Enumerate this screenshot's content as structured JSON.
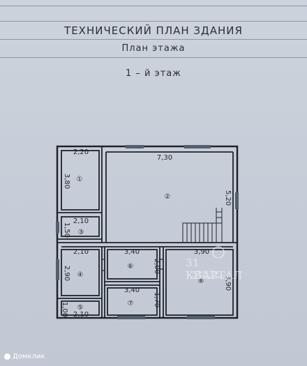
{
  "header": {
    "title": "ТЕХНИЧЕСКИЙ ПЛАН ЗДАНИЯ",
    "subtitle": "План этажа",
    "floor": "1 – й этаж"
  },
  "rooms": [
    {
      "id": "1",
      "number": "①"
    },
    {
      "id": "2",
      "number": "②"
    },
    {
      "id": "3",
      "number": "③"
    },
    {
      "id": "4",
      "number": "④"
    },
    {
      "id": "5",
      "number": "⑤"
    },
    {
      "id": "6",
      "number": "⑥"
    },
    {
      "id": "7",
      "number": "⑦"
    },
    {
      "id": "8",
      "number": "⑧"
    }
  ],
  "dimensions": {
    "d220": "2,20",
    "d730": "7,30",
    "d380": "3,80",
    "d520": "5,20",
    "d210a": "2,10",
    "d150": "1,50",
    "d210b": "2,10",
    "d340a": "3,40",
    "d390a": "3,90",
    "d290": "2,90",
    "d200": "2,00",
    "d340b": "3,40",
    "d390b": "3,90",
    "d170": "1,70",
    "d100": "1,00",
    "d210c": "2,10"
  },
  "watermark": {
    "name": "31 КВАРТАЛ",
    "sub": "АГЕНТСТВО НЕДВИЖИМОСТИ"
  },
  "brand": {
    "name": "Домклик"
  }
}
